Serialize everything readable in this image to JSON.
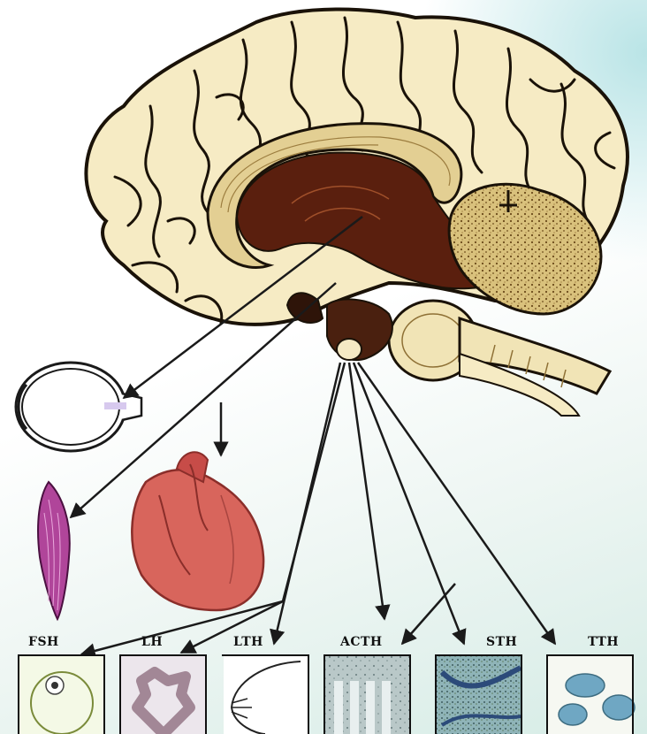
{
  "hormones": {
    "fsh": "FSH",
    "lh": "LH",
    "lth": "LTH",
    "acth": "ACTH",
    "sth": "STH",
    "tth": "TTH"
  },
  "colors": {
    "brain_fill": "#f6ebc4",
    "brain_outline": "#1a1208",
    "ventricle": "#5a1f0e",
    "corpus_callosum": "#e3cf93",
    "cerebellum": "#c9ad63",
    "heart": "#d8655c",
    "muscle": "#b0459a",
    "arrow": "#1a1a1a"
  }
}
